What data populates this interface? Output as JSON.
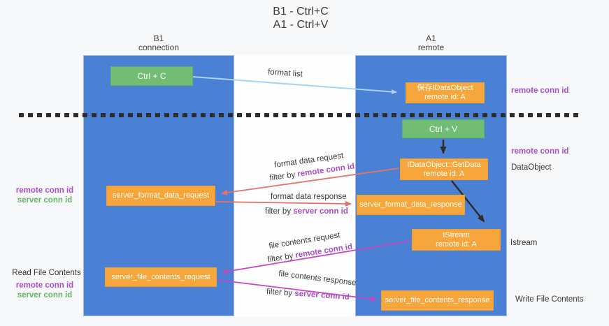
{
  "title": {
    "line1": "B1 - Ctrl+C",
    "line2": "A1 - Ctrl+V"
  },
  "columns": {
    "left": {
      "title": "B1",
      "subtitle": "connection"
    },
    "right": {
      "title": "A1",
      "subtitle": "remote"
    }
  },
  "boxes": {
    "ctrl_c": {
      "label": "Ctrl + C"
    },
    "save_idataobject": {
      "line1": "保存IDataObject",
      "line2": "remote id: A"
    },
    "ctrl_v": {
      "label": "Ctrl + V"
    },
    "getdata": {
      "line1": "IDataObject::GetData",
      "line2": "remote id: A"
    },
    "server_format_data_request": {
      "label": "server_format_data_request"
    },
    "server_format_data_response": {
      "label": "server_format_data_response"
    },
    "istream": {
      "line1": "IStream",
      "line2": "remote id: A"
    },
    "server_file_contents_request": {
      "label": "server_file_contents_request"
    },
    "server_file_contents_response": {
      "label": "server_file_contents_response"
    }
  },
  "arrows": {
    "format_list": {
      "label": "format list"
    },
    "format_data_request": {
      "label": "format data request",
      "filter_prefix": "filter by ",
      "filter_key": "remote conn id"
    },
    "format_data_response": {
      "label": "format data response",
      "filter_prefix": "filter by ",
      "filter_key": "server conn id"
    },
    "file_contents_request": {
      "label": "file contents request",
      "filter_prefix": "filter by ",
      "filter_key": "remote conn id"
    },
    "file_contents_response": {
      "label": "file contents response",
      "filter_prefix": "filter by ",
      "filter_key": "server conn id"
    }
  },
  "side_labels": {
    "right_top_remote_conn_id": "remote conn id",
    "right_mid_remote_conn_id": "remote conn id",
    "right_dataobject": "DataObject",
    "right_istream": "Istream",
    "right_write_file_contents": "Write File Contents",
    "left_top_remote_conn_id": "remote conn id",
    "left_top_server_conn_id": "server conn id",
    "left_read_file_contents": "Read File Contents",
    "left_bottom_remote_conn_id": "remote conn id",
    "left_bottom_server_conn_id": "server conn id"
  },
  "colors": {
    "column_blue": "#4b81d5",
    "box_green": "#71bd74",
    "box_orange": "#f6a63a",
    "arrow_light_blue": "#a8d3f2",
    "arrow_salmon": "#e4736c",
    "arrow_magenta": "#c847c3",
    "arrow_black": "#2d2d2d",
    "text_purple": "#a74fc6",
    "text_green": "#64b666"
  }
}
